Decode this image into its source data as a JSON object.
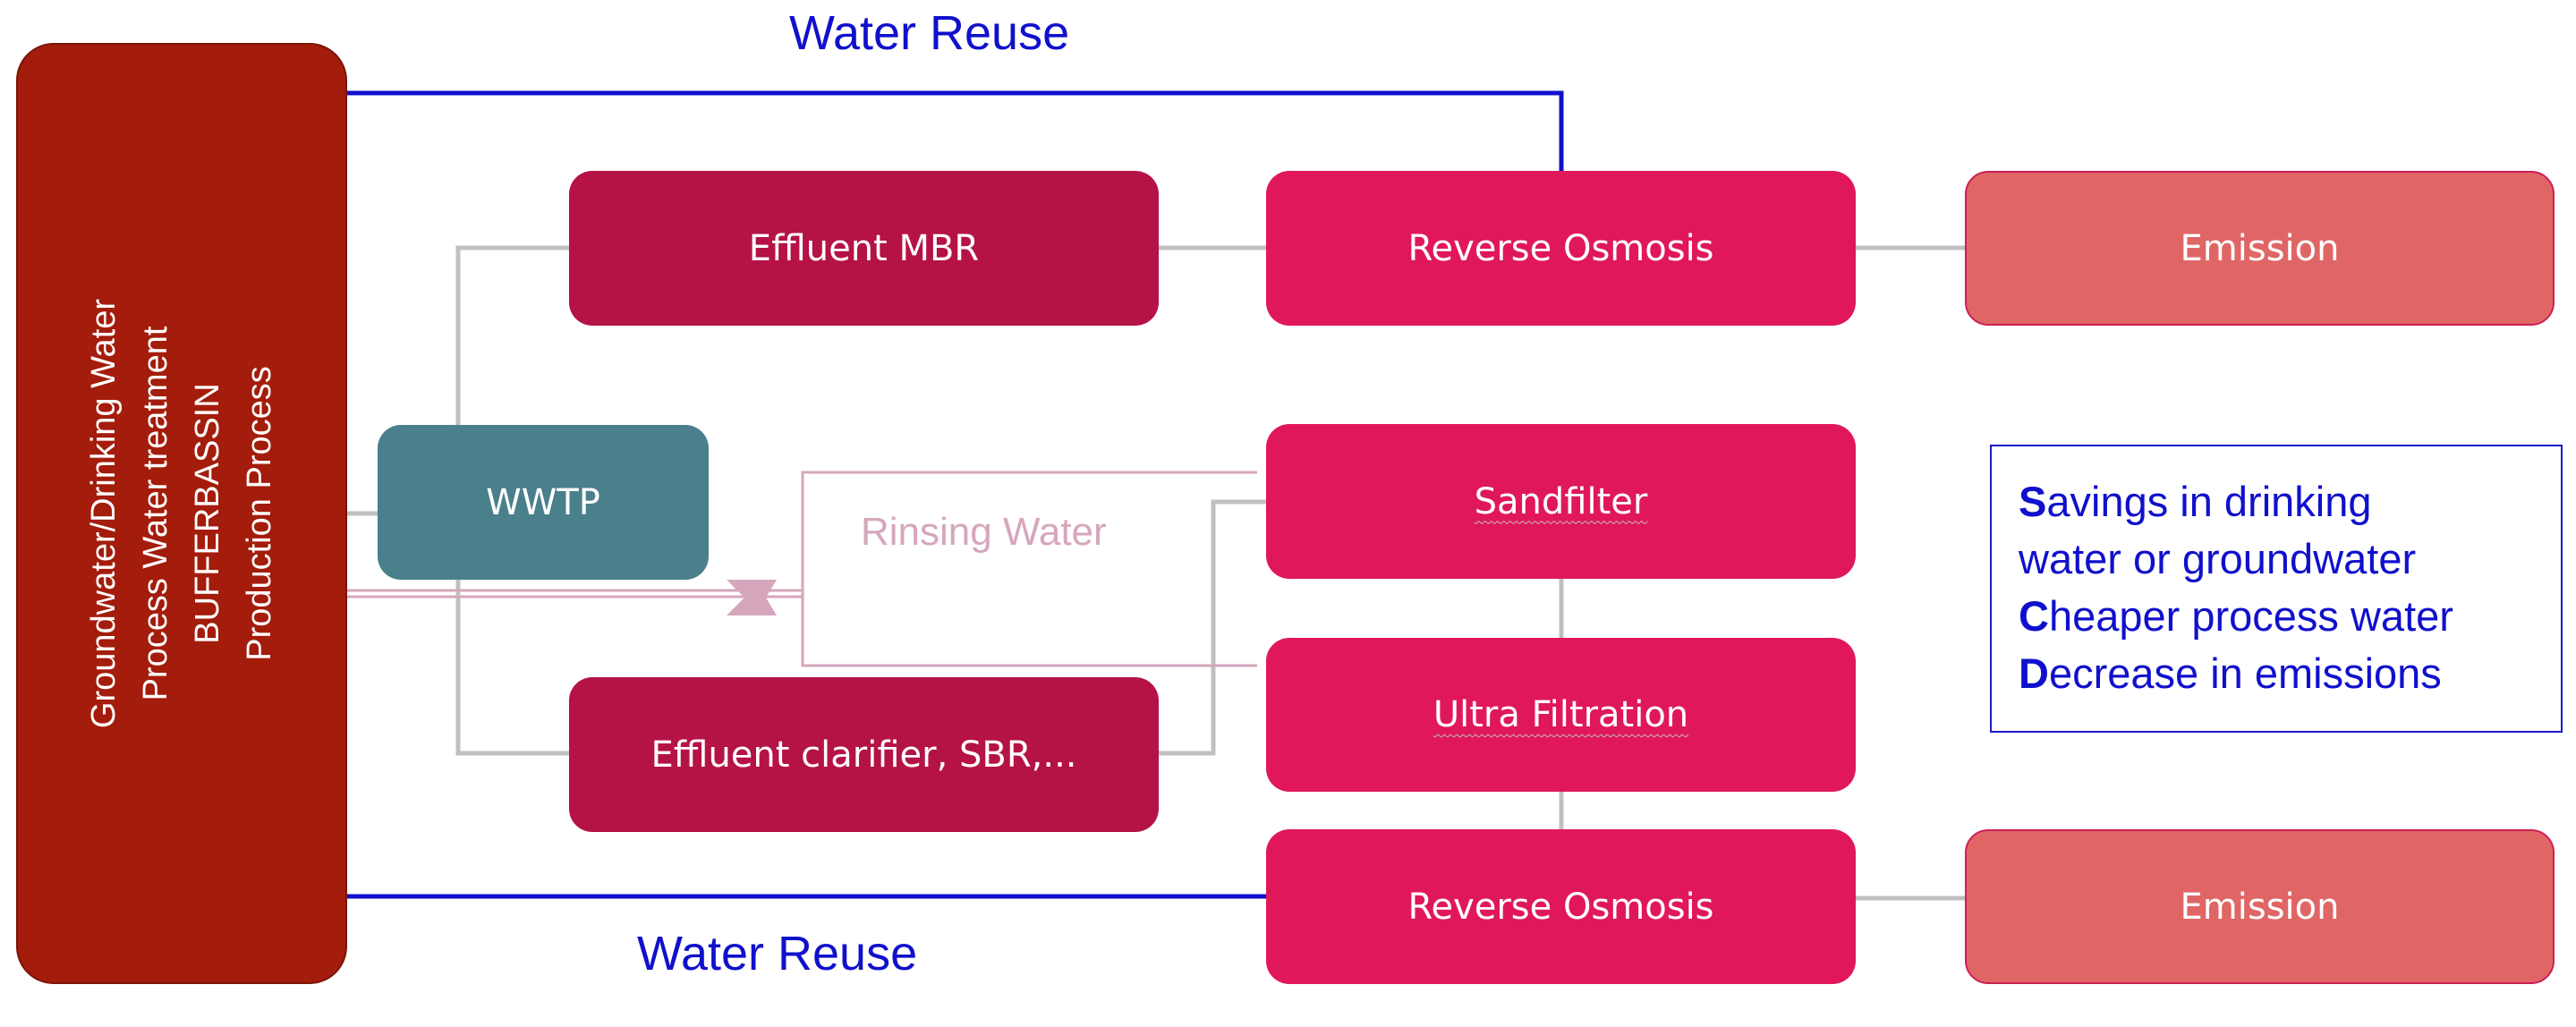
{
  "left_panel": {
    "lines": [
      "Groundwater/Drinking Water",
      "Process Water treatment",
      "BUFFERBASSIN",
      "Production Process"
    ],
    "color": "#a41c0b"
  },
  "boxes": {
    "wwtp": "WWTP",
    "effluent_mbr": "Effluent MBR",
    "effluent_clarifier": "Effluent clarifier, SBR,...",
    "reverse_osmosis_top": "Reverse Osmosis",
    "sandfilter": "Sandfilter",
    "ultra_filtration": "Ultra Filtration",
    "reverse_osmosis_bottom": "Reverse Osmosis",
    "emission_top": "Emission",
    "emission_bottom": "Emission"
  },
  "labels": {
    "water_reuse_top": "Water Reuse",
    "water_reuse_bottom": "Water Reuse",
    "rinsing_water": "Rinsing Water"
  },
  "benefits": [
    {
      "initial": "S",
      "rest": "avings in drinking"
    },
    {
      "initial": "",
      "rest": "water or groundwater"
    },
    {
      "initial": "C",
      "rest": "heaper process water"
    },
    {
      "initial": "D",
      "rest": "ecrease in emissions"
    }
  ],
  "colors": {
    "dark_box": "#b51246",
    "pink_box": "#e0185a",
    "emission_box": "#e06666",
    "wwtp_box": "#4a7f8c",
    "reuse_line": "#1010cc",
    "connector": "#c0c0c0",
    "rinsing": "#d6a6bc"
  }
}
